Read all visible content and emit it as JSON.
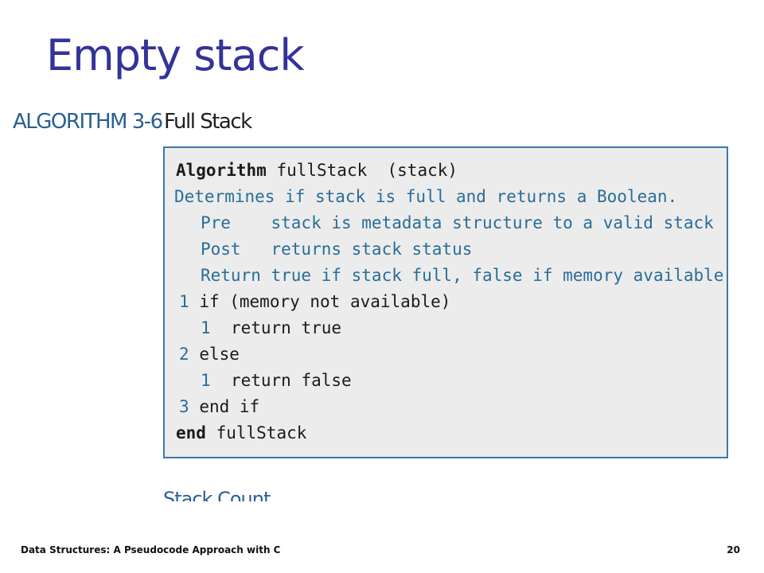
{
  "slide": {
    "title": "Empty stack"
  },
  "algorithm": {
    "number": "ALGORITHM 3-6",
    "name": "Full Stack",
    "lines": {
      "header_keyword": "Algorithm",
      "header_rest": " fullStack  (stack)",
      "description": "Determines if stack is full and returns a Boolean.",
      "pre": "Pre    stack is metadata structure to a valid stack",
      "post": "Post   returns stack status",
      "return": "Return true if stack full, false if memory available",
      "step1_num": "1",
      "step1": "if (memory not available)",
      "step1_1_num": "1",
      "step1_1": "return true",
      "step2_num": "2",
      "step2": "else",
      "step2_1_num": "1",
      "step2_1": "return false",
      "step3_num": "3",
      "step3": "end if",
      "end_keyword": "end",
      "end_rest": " fullStack"
    }
  },
  "next_caption": "Stack Count",
  "footer": {
    "left": "Data Structures: A Pseudocode Approach with C",
    "page_number": "20"
  }
}
